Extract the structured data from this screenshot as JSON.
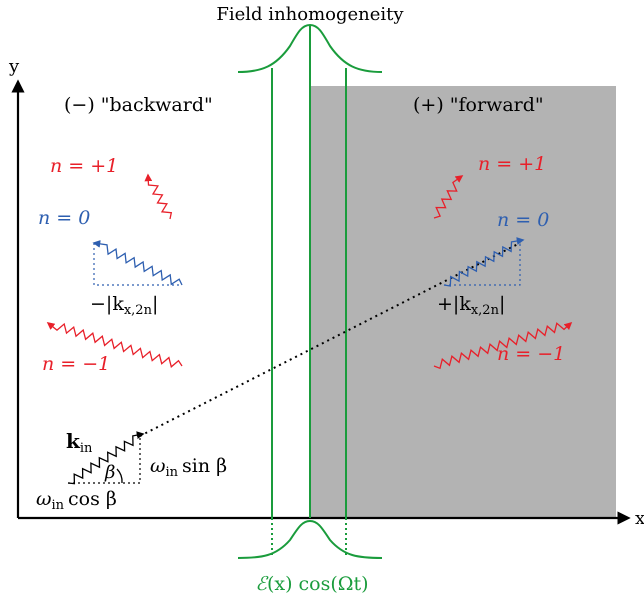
{
  "title": "Field inhomogeneity",
  "axes": {
    "x_label": "x",
    "y_label": "y"
  },
  "regions": {
    "backward": {
      "label": "(−) \"backward\""
    },
    "forward": {
      "label": "(+) \"forward\"",
      "fill_color": "#b3b3b3"
    }
  },
  "orders": {
    "plus_one": "n = +1",
    "zero": "n = 0",
    "minus_one": "n = −1"
  },
  "momentum": {
    "backward_label": "−|k",
    "forward_label": "+|k",
    "subscript": "x,2n",
    "close": "|"
  },
  "incident": {
    "k_main": "k",
    "k_sub": "in",
    "angle": "β",
    "omega": "ω",
    "omega_sub": "in",
    "sin_text": "sin β",
    "cos_text": "cos β"
  },
  "field": {
    "E": "ℰ",
    "x": "(x)",
    "cos": " cos(Ωt)"
  },
  "colors": {
    "red": "#e8202a",
    "blue": "#2e5fb0",
    "green": "#1a9c3c",
    "gray": "#b3b3b3",
    "black": "#000000"
  }
}
